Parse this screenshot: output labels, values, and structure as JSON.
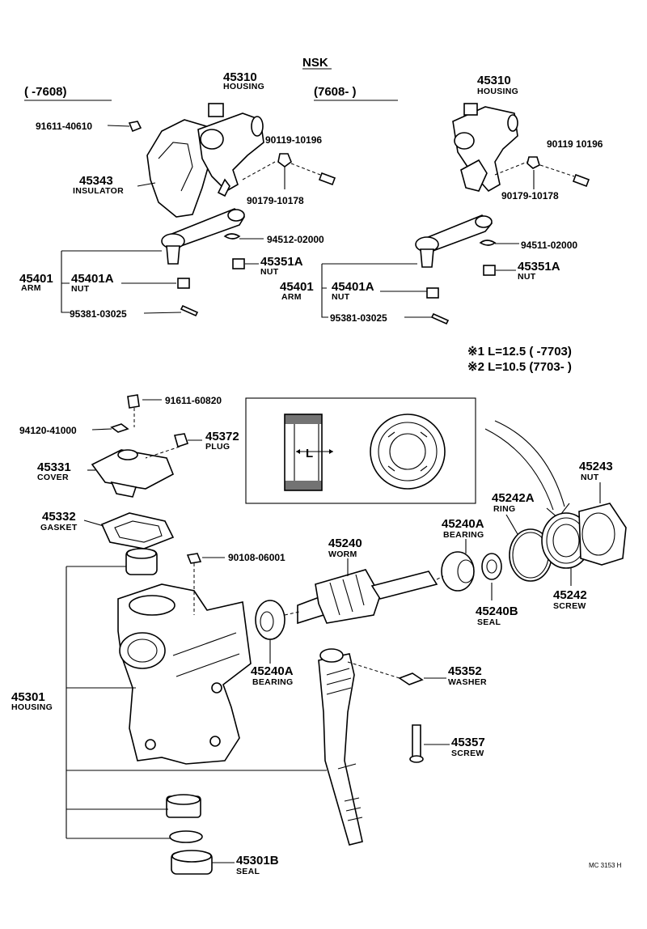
{
  "header": {
    "maker": "NSK",
    "range_left": "(      -7608)",
    "range_right": "(7608-      )"
  },
  "parts_top": {
    "housing_left_num": "45310",
    "housing_left_name": "HOUSING",
    "housing_right_num": "45310",
    "housing_right_name": "HOUSING",
    "bolt_left": "91611-40610",
    "insulator_num": "45343",
    "insulator_name": "INSULATOR",
    "bolt_a_left": "90119-10196",
    "washer_a_left": "90179-10178",
    "bolt_a_right": "90119 10196",
    "washer_a_right": "90179-10178",
    "lockwasher_left": "94512-02000",
    "lockwasher_right": "94511-02000",
    "nut_left_num": "45351A",
    "nut_left_name": "NUT",
    "nut_right_num": "45351A",
    "nut_right_name": "NUT",
    "arm_left_num": "45401",
    "arm_left_name": "ARM",
    "arm_right_num": "45401",
    "arm_right_name": "ARM",
    "armnut_left_num": "45401A",
    "armnut_left_name": "NUT",
    "armnut_right_num": "45401A",
    "armnut_right_name": "NUT",
    "pin_left": "95381-03025",
    "pin_right": "95381-03025"
  },
  "notes": {
    "note1": "※1 L=12.5 (       -7703)",
    "note2": "※2 L=10.5 (7703-       )"
  },
  "inset": {
    "dim_label": "L"
  },
  "parts_bottom": {
    "bolt_cover": "91611-60820",
    "washer_cover": "94120-41000",
    "plug_num": "45372",
    "plug_name": "PLUG",
    "cover_num": "45331",
    "cover_name": "COVER",
    "gasket_num": "45332",
    "gasket_name": "GASKET",
    "bleeder": "90108-06001",
    "worm_num": "45240",
    "worm_name": "WORM",
    "bearing_r_num": "45240A",
    "bearing_r_name": "BEARING",
    "ring_num": "45242A",
    "ring_name": "RING",
    "locknut_num": "45243",
    "locknut_name": "NUT",
    "adjscrew_num": "45242",
    "adjscrew_name": "SCREW",
    "seal_worm_num": "45240B",
    "seal_worm_name": "SEAL",
    "bearing_l_num": "45240A",
    "bearing_l_name": "BEARING",
    "washer_num": "45352",
    "washer_name": "WASHER",
    "screw_num": "45357",
    "screw_name": "SCREW",
    "housing_num": "45301",
    "housing_name": "HOUSING",
    "seal_num": "45301B",
    "seal_name": "SEAL",
    "code": "MC 3153 H"
  }
}
